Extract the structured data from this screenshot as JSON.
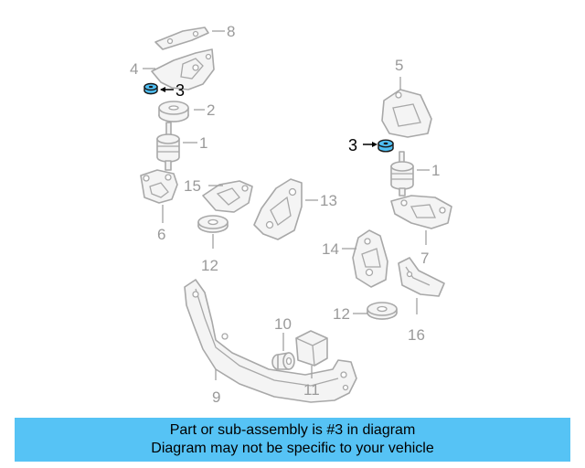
{
  "diagram": {
    "callouts": {
      "c1_left": "1",
      "c1_right": "1",
      "c2": "2",
      "c3_left": "3",
      "c3_right": "3",
      "c4": "4",
      "c5": "5",
      "c6": "6",
      "c7": "7",
      "c8": "8",
      "c9": "9",
      "c10": "10",
      "c11": "11",
      "c12_left": "12",
      "c12_right": "12",
      "c13": "13",
      "c14": "14",
      "c15": "15",
      "c16": "16"
    },
    "highlight_color": "#4fbff4"
  },
  "banner": {
    "line1": "Part or sub-assembly is #3 in diagram",
    "line2": "Diagram may not be specific to your vehicle",
    "background": "#56c3f5"
  }
}
